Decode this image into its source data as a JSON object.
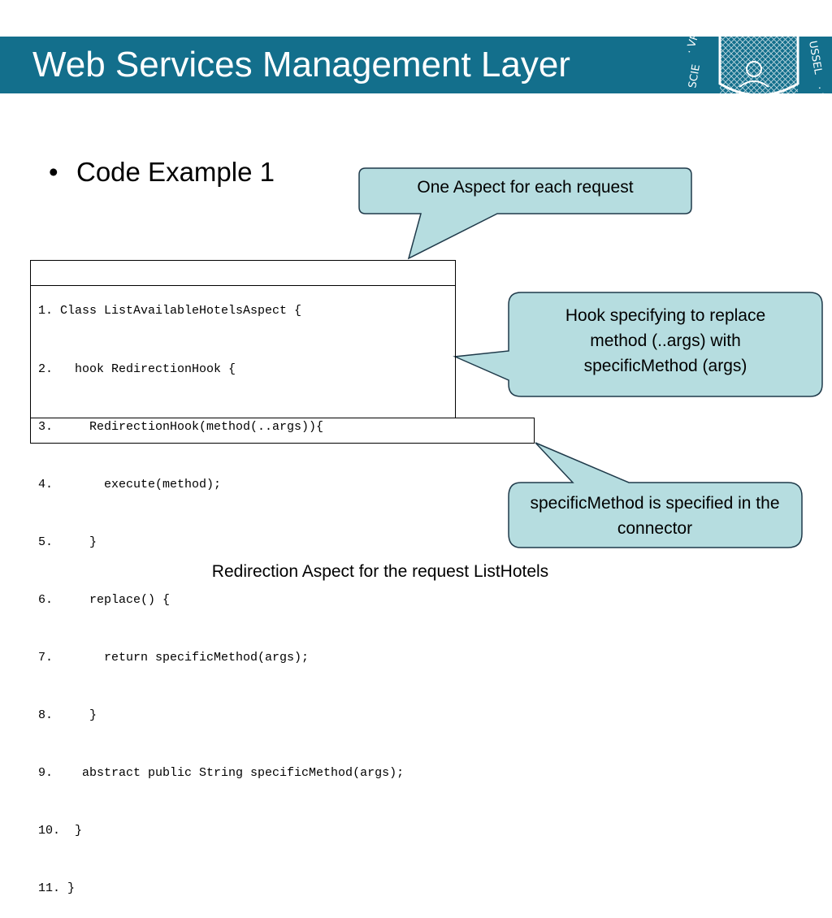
{
  "slide": {
    "title": "Web Services Management Layer",
    "bullet": "Code Example 1",
    "caption": "Redirection Aspect for the request ListHotels"
  },
  "code_lines": [
    "1. Class ListAvailableHotelsAspect {",
    "2.   hook RedirectionHook {",
    "3.     RedirectionHook(method(..args)){",
    "4.       execute(method);",
    "5.     }",
    "6.     replace() {",
    "7.       return specificMethod(args);",
    "8.     }",
    "9.    abstract public String specificMethod(args);",
    "10.  }",
    "11. }"
  ],
  "callouts": {
    "aspect": "One Aspect for each request",
    "hook": "Hook specifying to replace method (..args) with specificMethod (args)",
    "specific": "specificMethod is specified in the connector"
  },
  "logo": {
    "left_text": "· VRI",
    "left_text_2": "SCIE",
    "right_text": "USSEL",
    "right_text_2": "· S"
  },
  "colors": {
    "header": "#136f8c",
    "callout_fill": "#b6dde0",
    "callout_stroke": "#1f3a4a"
  }
}
